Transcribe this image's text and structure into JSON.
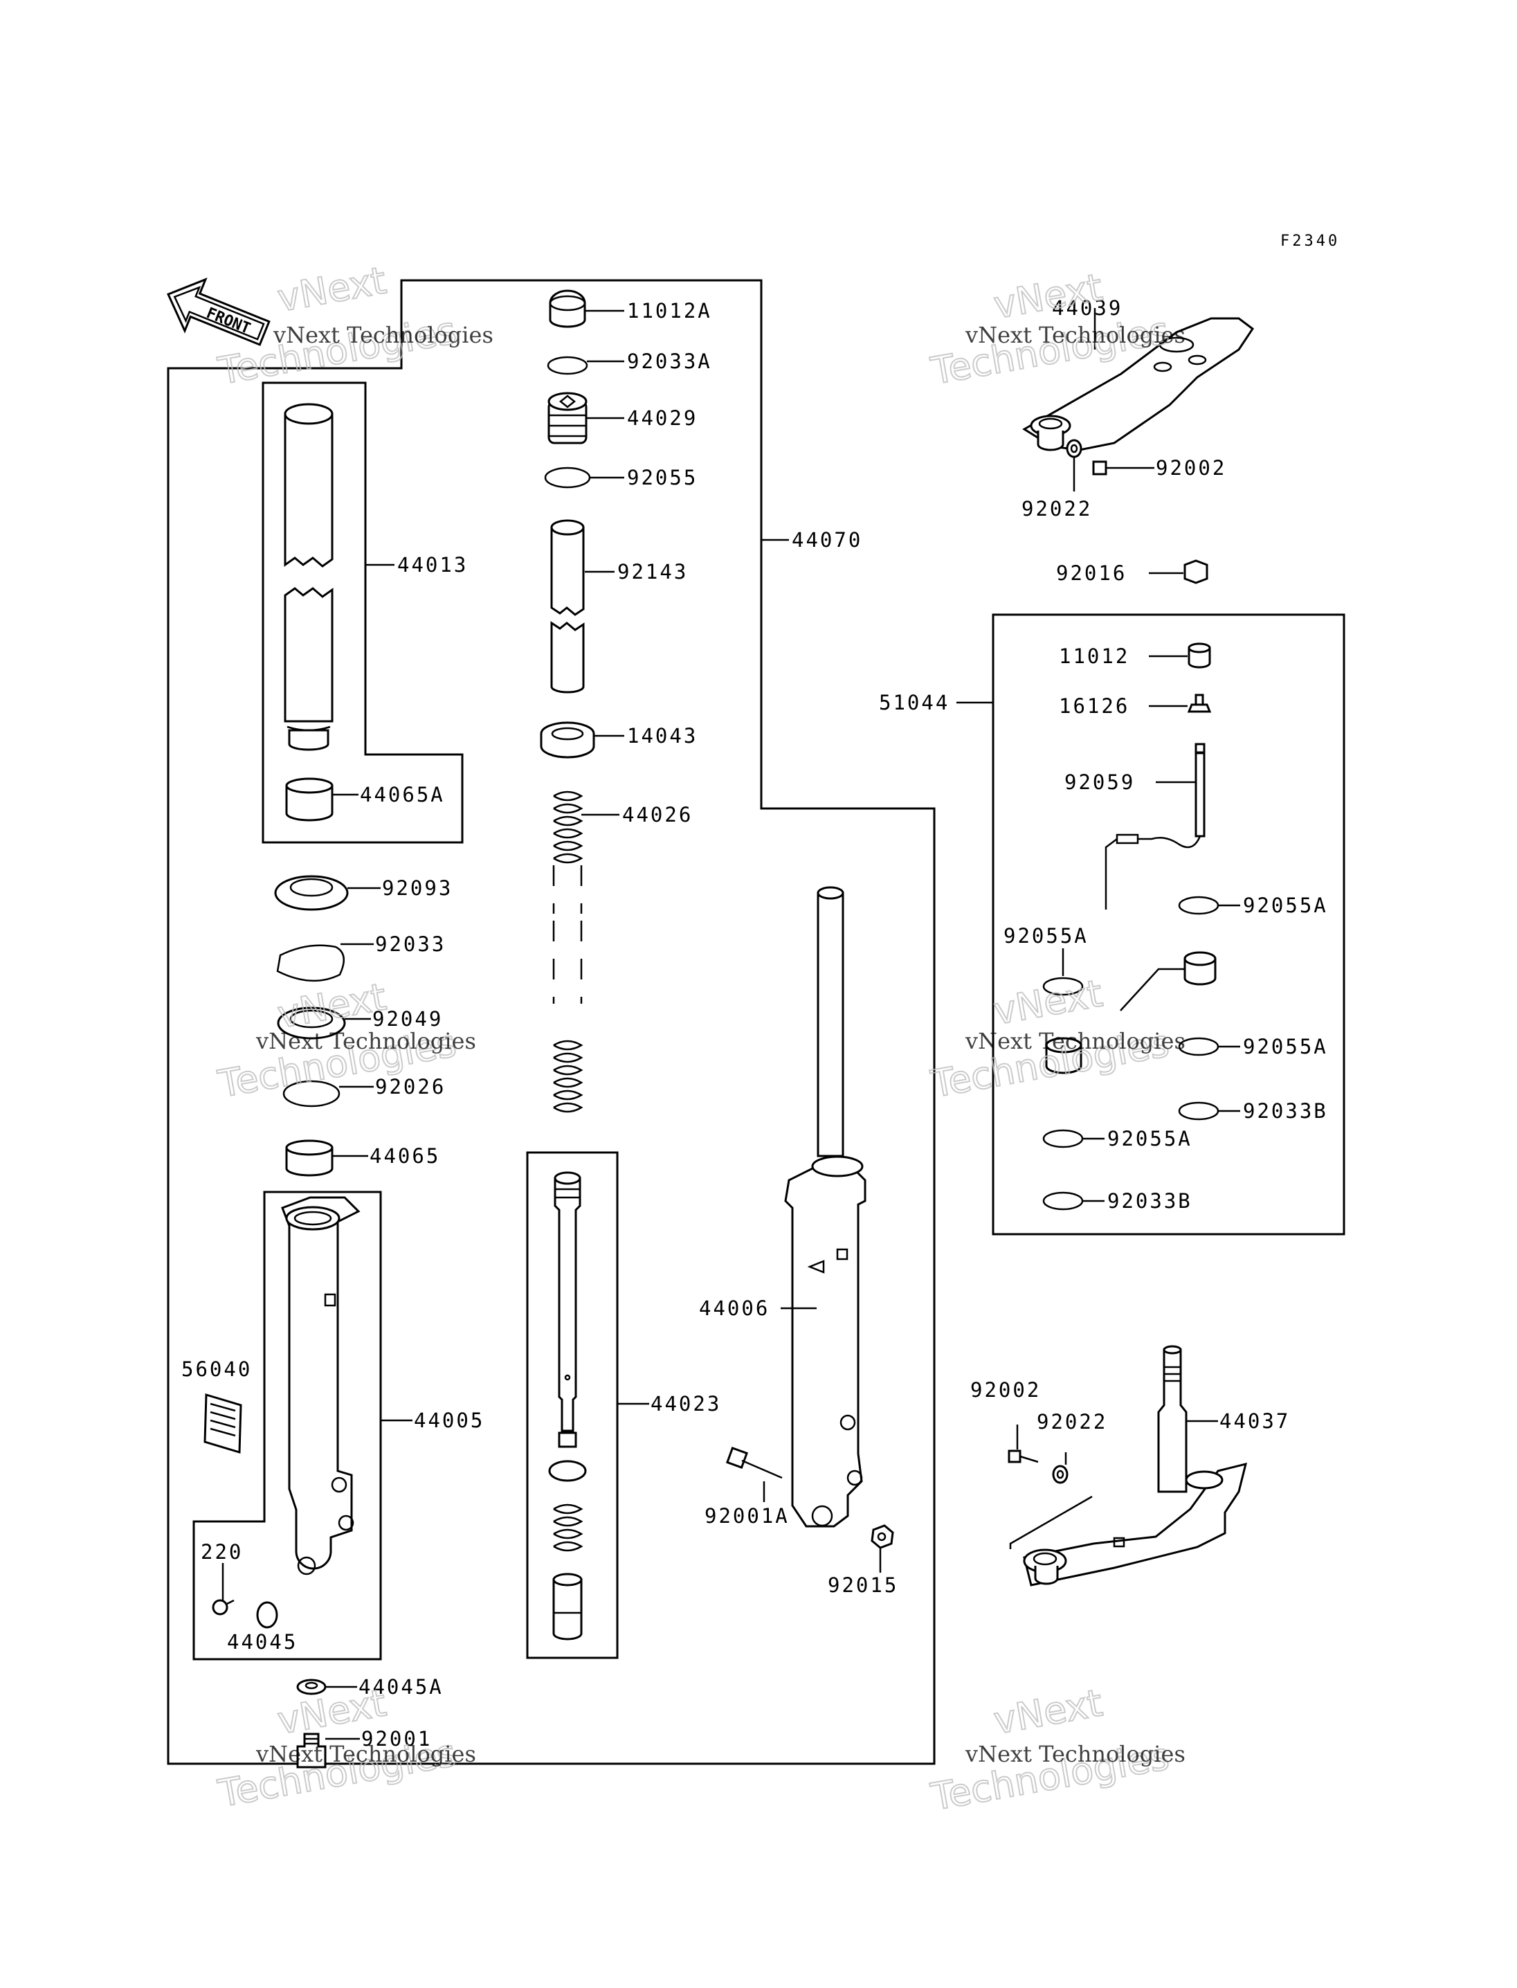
{
  "diagram_code": "F2340",
  "front_label": "FRONT",
  "watermark": {
    "line1": "vNext Technologies",
    "line2": "Technologies",
    "line3": "vNext"
  },
  "parts": {
    "p11012A": "11012A",
    "p92033A": "92033A",
    "p44029": "44029",
    "p92055": "92055",
    "p92143": "92143",
    "p44070": "44070",
    "p14043": "14043",
    "p44026": "44026",
    "p44013": "44013",
    "p44065A": "44065A",
    "p92093": "92093",
    "p92033": "92033",
    "p92049": "92049",
    "p92026": "92026",
    "p44065": "44065",
    "p56040": "56040",
    "p44005": "44005",
    "p220": "220",
    "p44045": "44045",
    "p44045A": "44045A",
    "p92001": "92001",
    "p44023": "44023",
    "p44006": "44006",
    "p92001A": "92001A",
    "p92015": "92015",
    "p44039": "44039",
    "p92002_top": "92002",
    "p92022_top": "92022",
    "p92016": "92016",
    "p51044": "51044",
    "p11012": "11012",
    "p16126": "16126",
    "p92059": "92059",
    "p92055A_1": "92055A",
    "p92055A_2": "92055A",
    "p92055A_3": "92055A",
    "p92055A_4": "92055A",
    "p92033B_1": "92033B",
    "p92033B_2": "92033B",
    "p92002_bot": "92002",
    "p92022_bot": "92022",
    "p44037": "44037"
  }
}
